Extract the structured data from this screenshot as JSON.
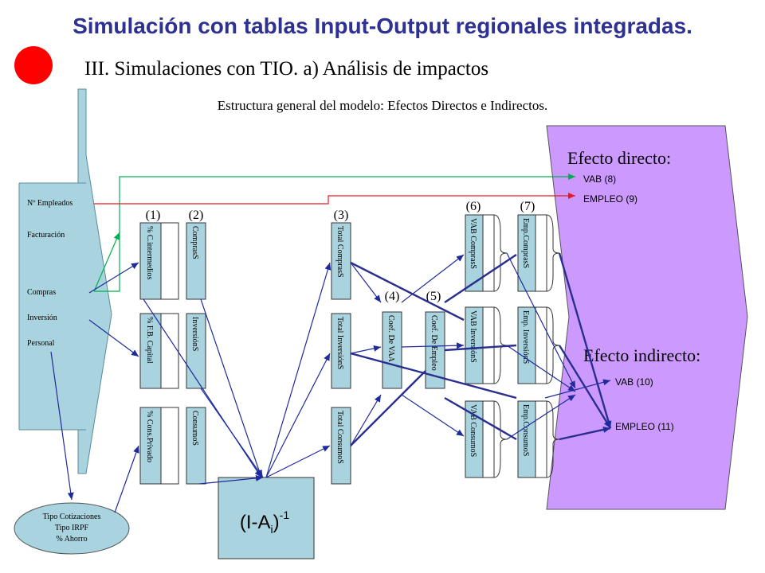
{
  "title": "Simulación con tablas Input-Output regionales integradas.",
  "subtitle": "III. Simulaciones con TIO. a) Análisis de impactos",
  "description": "Estructura general del modelo: Efectos Directos e Indirectos.",
  "colors": {
    "title": "#2e3192",
    "bullet": "#ff0000",
    "input_arrow": "#a9d3de",
    "output_arrow": "#cc99ff",
    "arrow_blue": "#1f2b9c",
    "arrow_green": "#00b050",
    "arrow_red": "#e31b23"
  },
  "inputs": {
    "empleados": "Nº Empleados",
    "facturacion": "Facturación",
    "compras": "Compras",
    "inversion": "Inversión",
    "personal": "Personal"
  },
  "oval": {
    "line1": "Tipo Cotizaciones",
    "line2": "Tipo IRPF",
    "line3": "% Ahorro"
  },
  "step_labels": {
    "s1": "(1)",
    "s2": "(2)",
    "s3": "(3)",
    "s4": "(4)",
    "s5": "(5)",
    "s6": "(6)",
    "s7": "(7)"
  },
  "boxes": {
    "c1": [
      "% C.intermedios",
      "% F.B. Capital",
      "% Cons.Privado"
    ],
    "c2": [
      "ComprasS",
      "InversiónS",
      "ConsumoS"
    ],
    "c3": [
      "Total ComprasS",
      "Total InversiónS",
      "Total ConsumoS"
    ],
    "c4": "Coef. De VAA",
    "c5": "Coef. De Empleo",
    "c6": [
      "VAB ComprasS",
      "VAB InversiónS",
      "VAB ConsumoS"
    ],
    "c7": [
      "Emp.ComprasS",
      "Emp. InversiónS",
      "Emp.ConsumoS"
    ]
  },
  "matrix": {
    "base": "(I-A",
    "sub": "i",
    "close": ")",
    "sup": "-1"
  },
  "effects": {
    "direct_title": "Efecto directo:",
    "direct_vab": "VAB (8)",
    "direct_emp": "EMPLEO (9)",
    "indirect_title": "Efecto indirecto:",
    "indirect_vab": "VAB (10)",
    "indirect_emp": "EMPLEO (11)"
  }
}
